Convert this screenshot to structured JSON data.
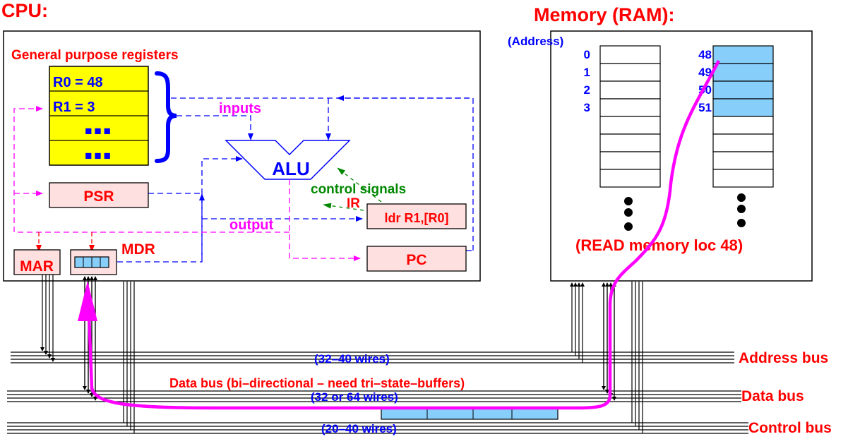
{
  "colors": {
    "red": "#ff0000",
    "blue": "#0000ff",
    "magenta": "#ff00ff",
    "green": "#008800",
    "yellow": "#ffff00",
    "pink": "#ffe0e0",
    "lightblue": "#87cefa",
    "black": "#000000"
  },
  "cpu": {
    "title": "CPU:",
    "gpr_label": "General purpose registers",
    "registers": [
      "R0 = 48",
      "R1 = 3",
      "■■■",
      "■■■"
    ],
    "inputs_label": "inputs",
    "alu_label": "ALU",
    "control_signals_label": "control signals",
    "ir_label": "IR",
    "ir_value": "ldr R1,[R0]",
    "psr_label": "PSR",
    "output_label": "output",
    "pc_label": "PC",
    "mar_label": "MAR",
    "mdr_label": "MDR"
  },
  "memory": {
    "title": "Memory (RAM):",
    "address_label": "(Address)",
    "left_addresses": [
      "0",
      "1",
      "2",
      "3"
    ],
    "right_addresses": [
      "48",
      "49",
      "50",
      "51"
    ],
    "read_note": "(READ memory loc 48)"
  },
  "buses": {
    "address": {
      "label": "Address bus",
      "wires": "(32–40 wires)"
    },
    "data": {
      "label": "Data bus",
      "wires": "(32 or 64 wires)",
      "note": "Data bus (bi–directional – need tri–state–buffers)"
    },
    "control": {
      "label": "Control bus",
      "wires": "(20–40 wires)"
    }
  }
}
